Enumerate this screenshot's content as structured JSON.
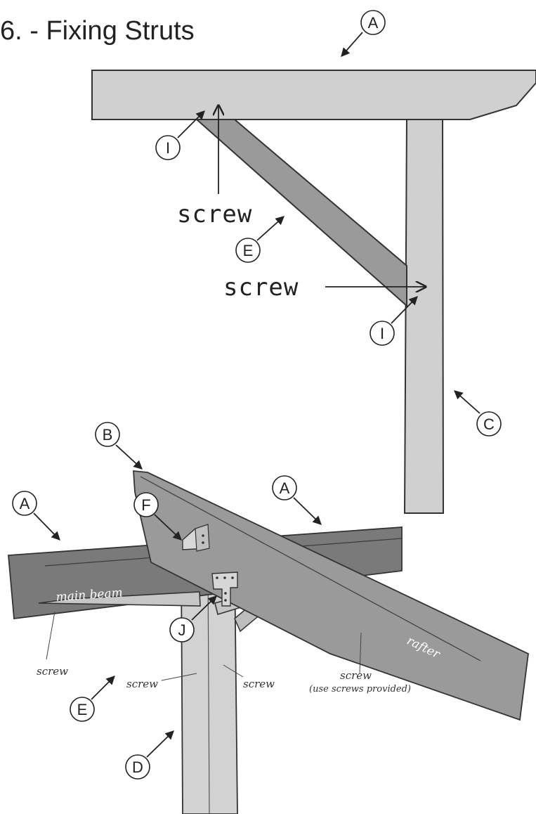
{
  "title": "6. - Fixing Struts",
  "top_view": {
    "labels": {
      "beam": "A",
      "post": "C",
      "strut": "E",
      "fix_point_top": "I",
      "fix_point_bottom": "I"
    },
    "annotations": {
      "screw_top": "screw",
      "screw_bottom": "screw"
    }
  },
  "bottom_view": {
    "labels": {
      "rafter_label": "B",
      "main_beam_label": "A",
      "rafter_beam_label": "A",
      "bracket_top": "F",
      "plate_bracket": "J",
      "strut": "E",
      "post": "D"
    },
    "annotations": {
      "main_beam": "main beam",
      "rafter": "rafter",
      "screw_left": "screw",
      "screw_mid_left": "screw",
      "screw_mid_right": "screw",
      "screw_right": "screw",
      "screw_note": "(use screws provided)"
    }
  },
  "colors": {
    "light_timber": "#d0d0d0",
    "mid_timber": "#9a9a9a",
    "dark_timber": "#7a7a7a",
    "outline": "#333333"
  }
}
